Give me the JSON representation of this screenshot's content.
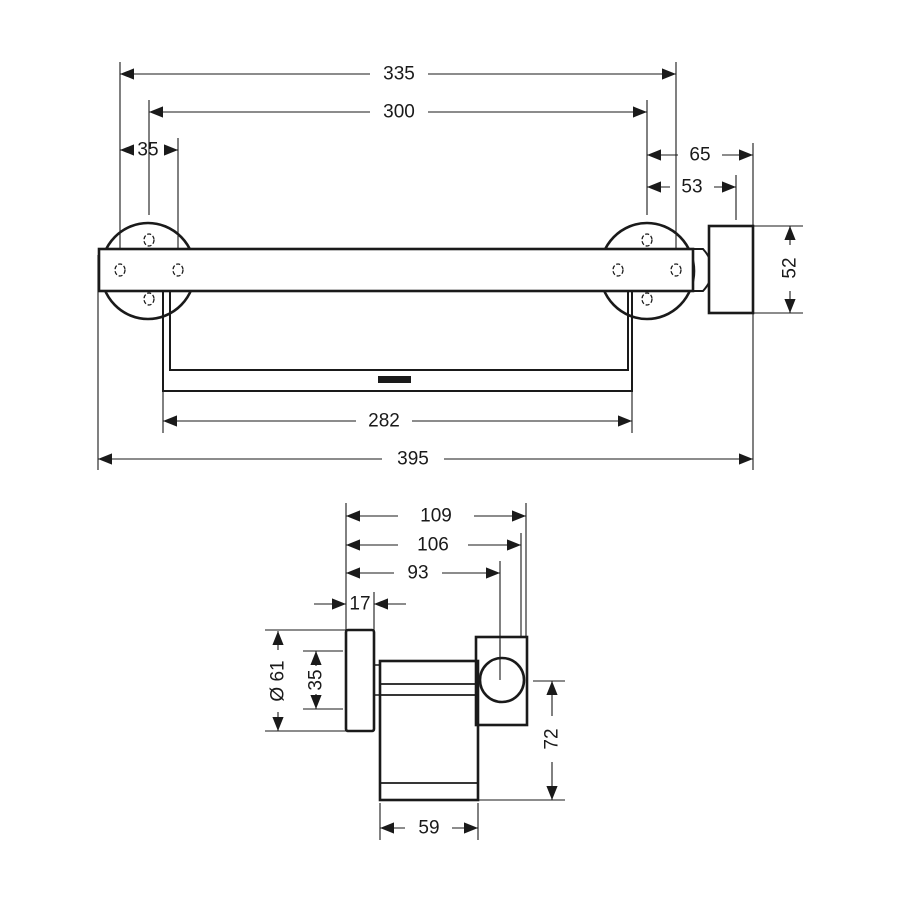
{
  "front_view": {
    "dimensions": {
      "overall_width": "335",
      "hole_spacing": "300",
      "rosette_hole_spacing": "35",
      "bracket_offset_outer": "65",
      "bracket_offset_inner": "53",
      "bracket_height": "52",
      "tray_width": "282",
      "total_width": "395"
    }
  },
  "side_view": {
    "dimensions": {
      "depth_total": "109",
      "depth_106": "106",
      "depth_93": "93",
      "rosette_thickness": "17",
      "rosette_diameter": "Ø 61",
      "bar_height": "35",
      "tray_height": "72",
      "tray_depth": "59"
    }
  },
  "colors": {
    "line": "#1a1a1a",
    "background": "#ffffff"
  }
}
